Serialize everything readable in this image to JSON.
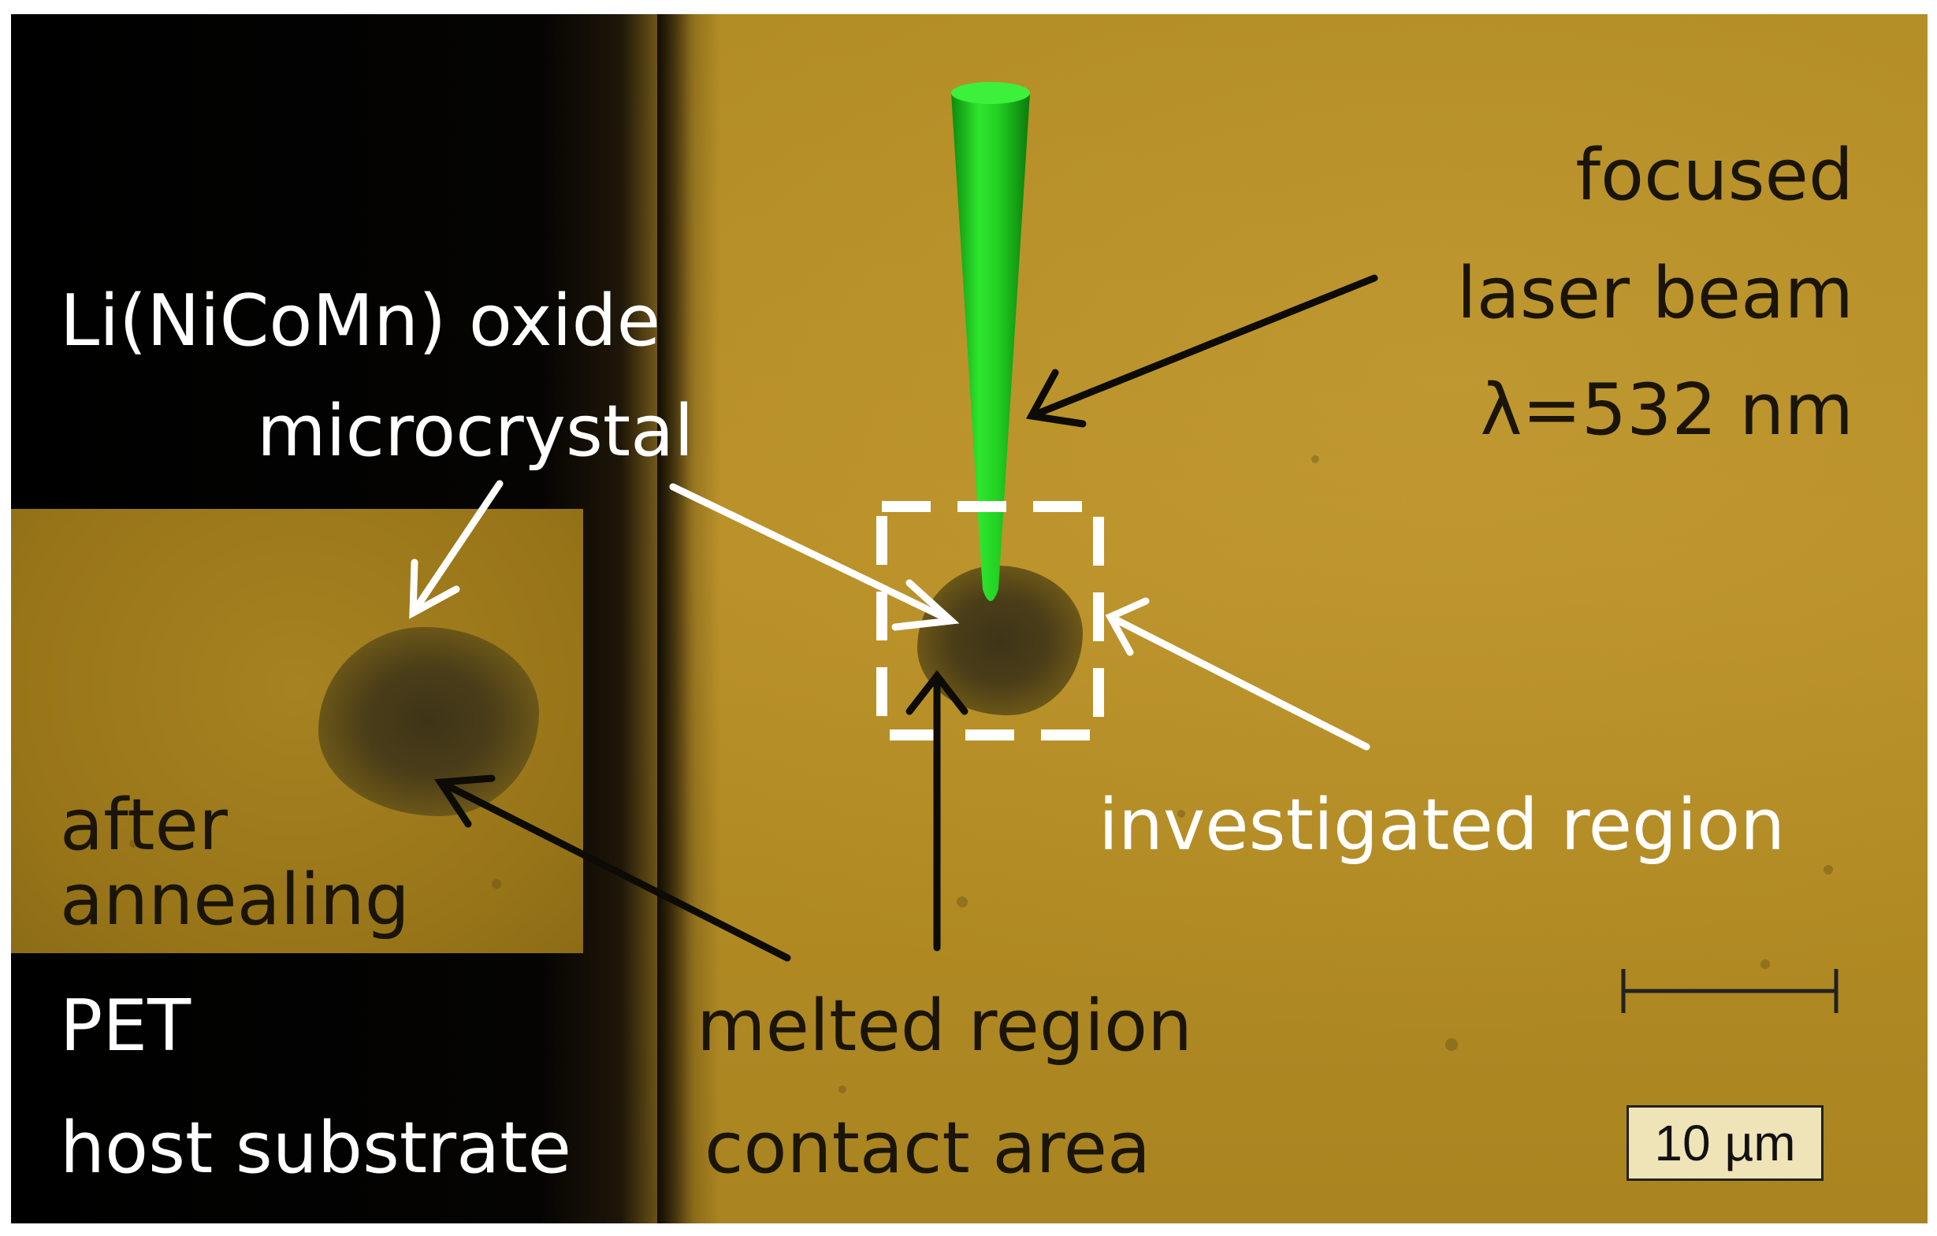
{
  "labels": {
    "crystal_line1": "Li(NiCoMn) oxide",
    "crystal_line2": "microcrystal",
    "laser_line1": "focused",
    "laser_line2": "laser beam",
    "laser_line3": "λ=532 nm",
    "after_line1": "after",
    "after_line2": "annealing",
    "investigated": "investigated region",
    "pet": "PET",
    "host": "host substrate",
    "melted": "melted region",
    "contact": "contact area",
    "scale": "10 µm"
  },
  "colors": {
    "background_gold": "#b08a22",
    "substrate_black": "#000000",
    "laser_green": "#22dd22",
    "text_white": "#ffffff",
    "text_black": "#1a1508",
    "scalebar_box": "#efe3b8"
  }
}
